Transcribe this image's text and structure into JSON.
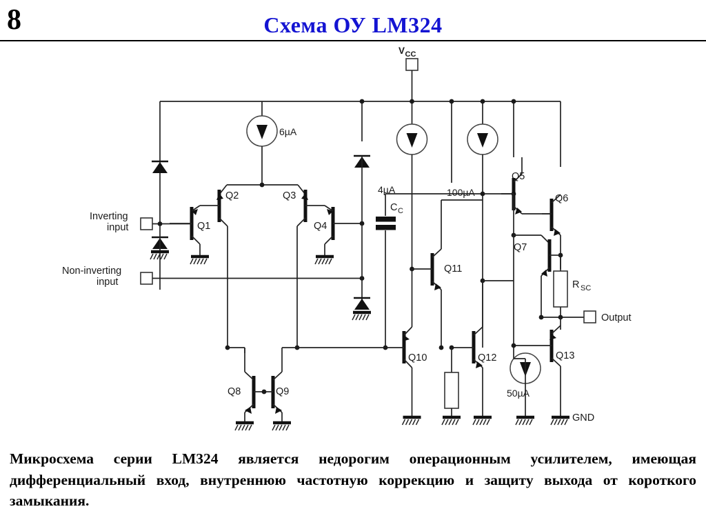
{
  "slide": {
    "number": "8",
    "title": "Схема ОУ LM324",
    "caption": "Микросхема серии LM324 является недорогим операционным усилителем, имеющая дифференциальный вход, внутреннюю частотную коррекцию и защиту выхода от короткого замыкания.",
    "title_color": "#1414d2"
  },
  "schematic": {
    "name": "lm324-internal-schematic",
    "terminals": [
      {
        "id": "vcc",
        "label": "V",
        "sub": "CC",
        "name": "vcc-terminal"
      },
      {
        "id": "inverting",
        "label_line1": "Inverting",
        "label_line2": "input",
        "name": "inverting-input-terminal"
      },
      {
        "id": "noninverting",
        "label_line1": "Non-inverting",
        "label_line2": "input",
        "name": "non-inverting-input-terminal"
      },
      {
        "id": "output",
        "label": "Output",
        "name": "output-terminal"
      },
      {
        "id": "gnd",
        "label": "GND",
        "name": "ground-rail-label"
      }
    ],
    "transistors": [
      {
        "id": "Q1",
        "label": "Q1"
      },
      {
        "id": "Q2",
        "label": "Q2"
      },
      {
        "id": "Q3",
        "label": "Q3"
      },
      {
        "id": "Q4",
        "label": "Q4"
      },
      {
        "id": "Q5",
        "label": "Q5"
      },
      {
        "id": "Q6",
        "label": "Q6"
      },
      {
        "id": "Q7",
        "label": "Q7"
      },
      {
        "id": "Q8",
        "label": "Q8"
      },
      {
        "id": "Q9",
        "label": "Q9"
      },
      {
        "id": "Q10",
        "label": "Q10"
      },
      {
        "id": "Q11",
        "label": "Q11"
      },
      {
        "id": "Q12",
        "label": "Q12"
      },
      {
        "id": "Q13",
        "label": "Q13"
      }
    ],
    "current_sources": [
      {
        "id": "i1",
        "label": "6µA"
      },
      {
        "id": "i2",
        "label": "4µA"
      },
      {
        "id": "i3",
        "label": "100µA"
      },
      {
        "id": "i4",
        "label": "50µA"
      }
    ],
    "passives": [
      {
        "id": "cc",
        "label": "C",
        "sub": "C",
        "type": "capacitor"
      },
      {
        "id": "rsc",
        "label": "R",
        "sub": "SC",
        "type": "resistor"
      },
      {
        "id": "rpull",
        "label": "",
        "type": "resistor"
      }
    ],
    "diodes_count": 4,
    "ground_symbols_count": 10
  }
}
